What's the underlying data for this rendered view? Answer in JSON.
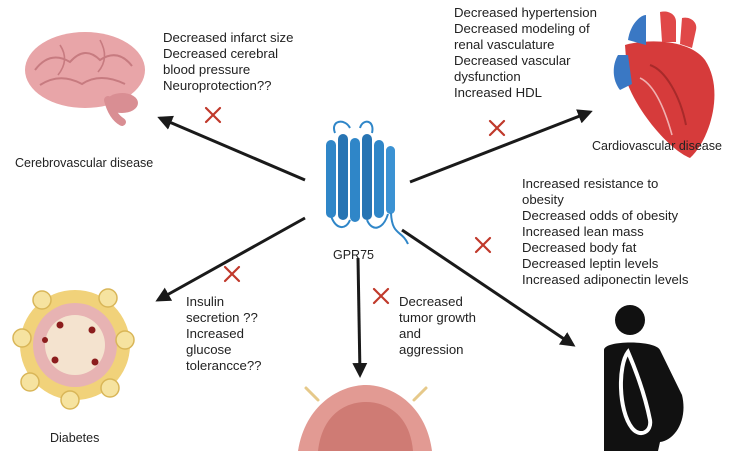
{
  "center": {
    "receptor_label": "GPR75"
  },
  "cerebro": {
    "title": "Cerebrovascular disease",
    "effects": [
      "Decreased infarct size",
      "Decreased cerebral",
      "blood pressure",
      "Neuroprotection??"
    ]
  },
  "cardio": {
    "title": "Cardiovascular disease",
    "effects": [
      "Decreased hypertension",
      "Decreased modeling of",
      "renal vasculature",
      "Decreased vascular",
      "dysfunction",
      "Increased HDL"
    ]
  },
  "obesity": {
    "effects": [
      "Increased resistance to",
      "obesity",
      "Decreased odds of obesity",
      "Increased lean mass",
      "Decreased body fat",
      "Decreased leptin levels",
      "Increased adiponectin levels"
    ]
  },
  "diabetes": {
    "title": "Diabetes",
    "effects": [
      "Insulin",
      "secretion ??",
      "Increased",
      "glucose",
      "tolerancce??"
    ]
  },
  "cancer": {
    "effects": [
      "Decreased",
      "tumor growth",
      "and",
      "aggression"
    ]
  },
  "colors": {
    "receptor": "#2f86c8",
    "arrow": "#1a1a1a",
    "cross": "#c0392b",
    "brain": "#e8a5a8",
    "heart_red": "#d63b3b",
    "heart_blue": "#3a78c4",
    "islet_yellow": "#f1d27a",
    "islet_pink": "#e7b3b3",
    "organ_pink": "#e29a93",
    "silhouette": "#111111"
  },
  "icons": [
    "brain-icon",
    "heart-icon",
    "pancreatic-islet-icon",
    "organ-icon",
    "obese-silhouette-icon",
    "receptor-icon",
    "cross-mark-icon"
  ]
}
